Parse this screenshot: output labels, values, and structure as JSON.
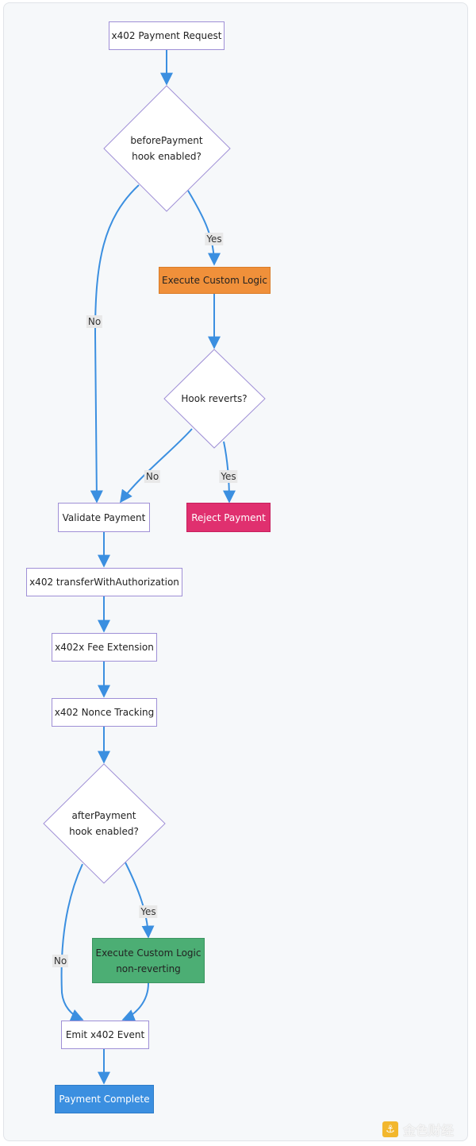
{
  "nodes": {
    "payment_request": "x402 Payment Request",
    "before_payment_decision": [
      "beforePayment",
      "hook enabled?"
    ],
    "execute_custom_logic": "Execute Custom Logic",
    "hook_reverts_decision": "Hook reverts?",
    "validate_payment": "Validate Payment",
    "reject_payment": "Reject Payment",
    "transfer_with_authorization": "x402 transferWithAuthorization",
    "fee_extension": "x402x Fee Extension",
    "nonce_tracking": "x402 Nonce Tracking",
    "after_payment_decision": [
      "afterPayment",
      "hook enabled?"
    ],
    "execute_custom_logic_nonreverting": [
      "Execute Custom Logic",
      "non-reverting"
    ],
    "emit_event": "Emit x402 Event",
    "payment_complete": "Payment Complete"
  },
  "edge_labels": {
    "before_yes": "Yes",
    "before_no": "No",
    "reverts_no": "No",
    "reverts_yes": "Yes",
    "after_yes": "Yes",
    "after_no": "No"
  },
  "colors": {
    "edge": "#3b8fe0",
    "node_border": "#9f8fd6",
    "custom_logic": "#f0903a",
    "reject": "#e0306f",
    "nonreverting": "#4cae74",
    "complete": "#3b8fe0"
  },
  "watermark": {
    "logo_char": "⚓",
    "text": "金色财经"
  }
}
